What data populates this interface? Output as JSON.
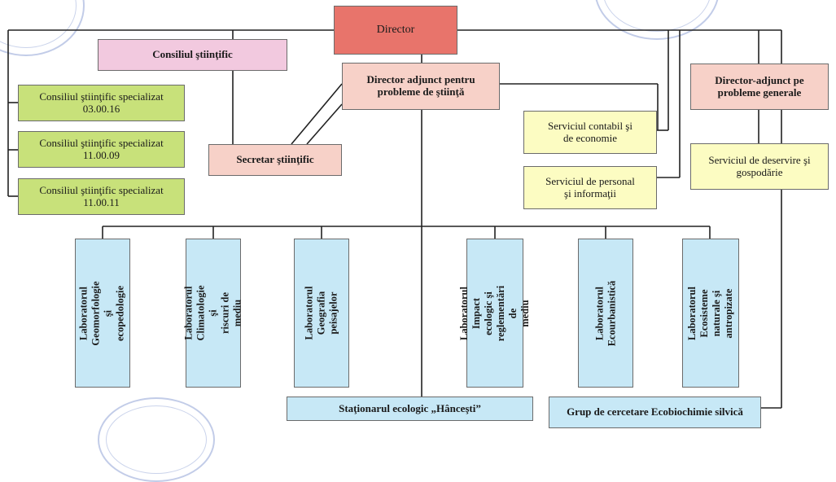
{
  "boxes": {
    "director": "Director",
    "consiliul_stiintific": "Consiliul ştiinţific",
    "director_adjunct_stiinta": "Director adjunct pentru\nprobleme de ştiinţă",
    "director_adjunct_generale": "Director-adjunct pe\nprobleme generale",
    "css_1": "Consiliul ştiinţific specializat\n03.00.16",
    "css_2": "Consiliul ştiinţific specializat\n11.00.09",
    "css_3": "Consiliul ştiinţific specializat\n11.00.11",
    "secretar": "Secretar ştiinţific",
    "serviciul_contabil": "Serviciul contabil şi\nde economie",
    "serviciul_personal": "Serviciul de personal\nşi informaţii",
    "serviciul_deservire": "Serviciul de deservire şi\ngospodărie",
    "lab_geomorfologie": "Laboratorul Geomorfologie\nşi ecopedologie",
    "lab_climatologie": "Laboratorul Climatologie şi\nriscuri de mediu",
    "lab_geografia": "Laboratorul Geografia\npeisajelor",
    "lab_impact": "Laboratorul Impact\necologic şi reglementări de\nmediu",
    "lab_ecourbanistica": "Laboratorul Ecourbanistică",
    "lab_ecosisteme": "Laboratorul Ecosisteme\nnaturale şi antropizate",
    "stationarul": "Staţionarul ecologic „Hânceşti”",
    "grup_cercetare": "Grup de cercetare Ecobiochimie silvică"
  },
  "colors": {
    "director": "#e8746b",
    "consiliu": "#f2c9df",
    "adjunct": "#f7d1c8",
    "specializat": "#c8e17a",
    "servicii": "#fcfcc2",
    "laboratoare": "#c7e8f6"
  }
}
